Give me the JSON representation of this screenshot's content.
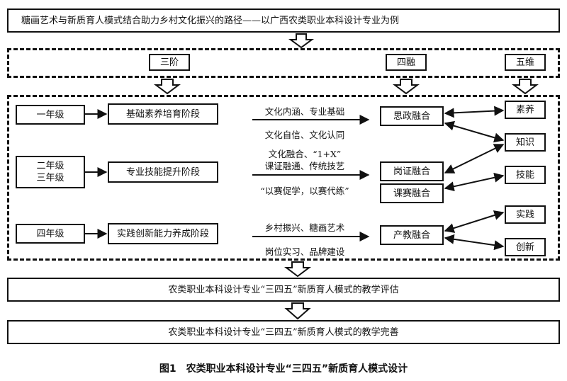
{
  "title": "糖画艺术与新质育人模式结合助力乡村文化振兴的路径——以广西农类职业本科设计专业为例",
  "headers": {
    "san": "三阶",
    "si": "四融",
    "wu": "五维"
  },
  "grades": {
    "g1": "一年级",
    "g23_a": "二年级",
    "g23_b": "三年级",
    "g4": "四年级"
  },
  "stages": {
    "s1": "基础素养培育阶段",
    "s2": "专业技能提升阶段",
    "s3": "实践创新能力养成阶段"
  },
  "arrow_labels": {
    "r1_top": "文化内涵、专业基础",
    "r1_bottom": "文化自信、文化认同",
    "r2_top": "文化融合、“1+X”",
    "r2_mid": "课证融通、传统技艺",
    "r2_bottom": "“以赛促学，以赛代练”",
    "r3_top": "乡村振兴、糖画艺术",
    "r3_bottom": "岗位实习、品牌建设"
  },
  "fusions": {
    "f1": "思政融合",
    "f2": "岗证融合",
    "f3": "课赛融合",
    "f4": "产教融合"
  },
  "dimensions": {
    "d1": "素养",
    "d2": "知识",
    "d3": "技能",
    "d4": "实践",
    "d5": "创新"
  },
  "evaluation": "农类职业本科设计专业“三四五”新质育人模式的教学评估",
  "improvement": "农类职业本科设计专业“三四五”新质育人模式的教学完善",
  "caption": "图1　农类职业本科设计专业“三四五”新质育人模式设计"
}
